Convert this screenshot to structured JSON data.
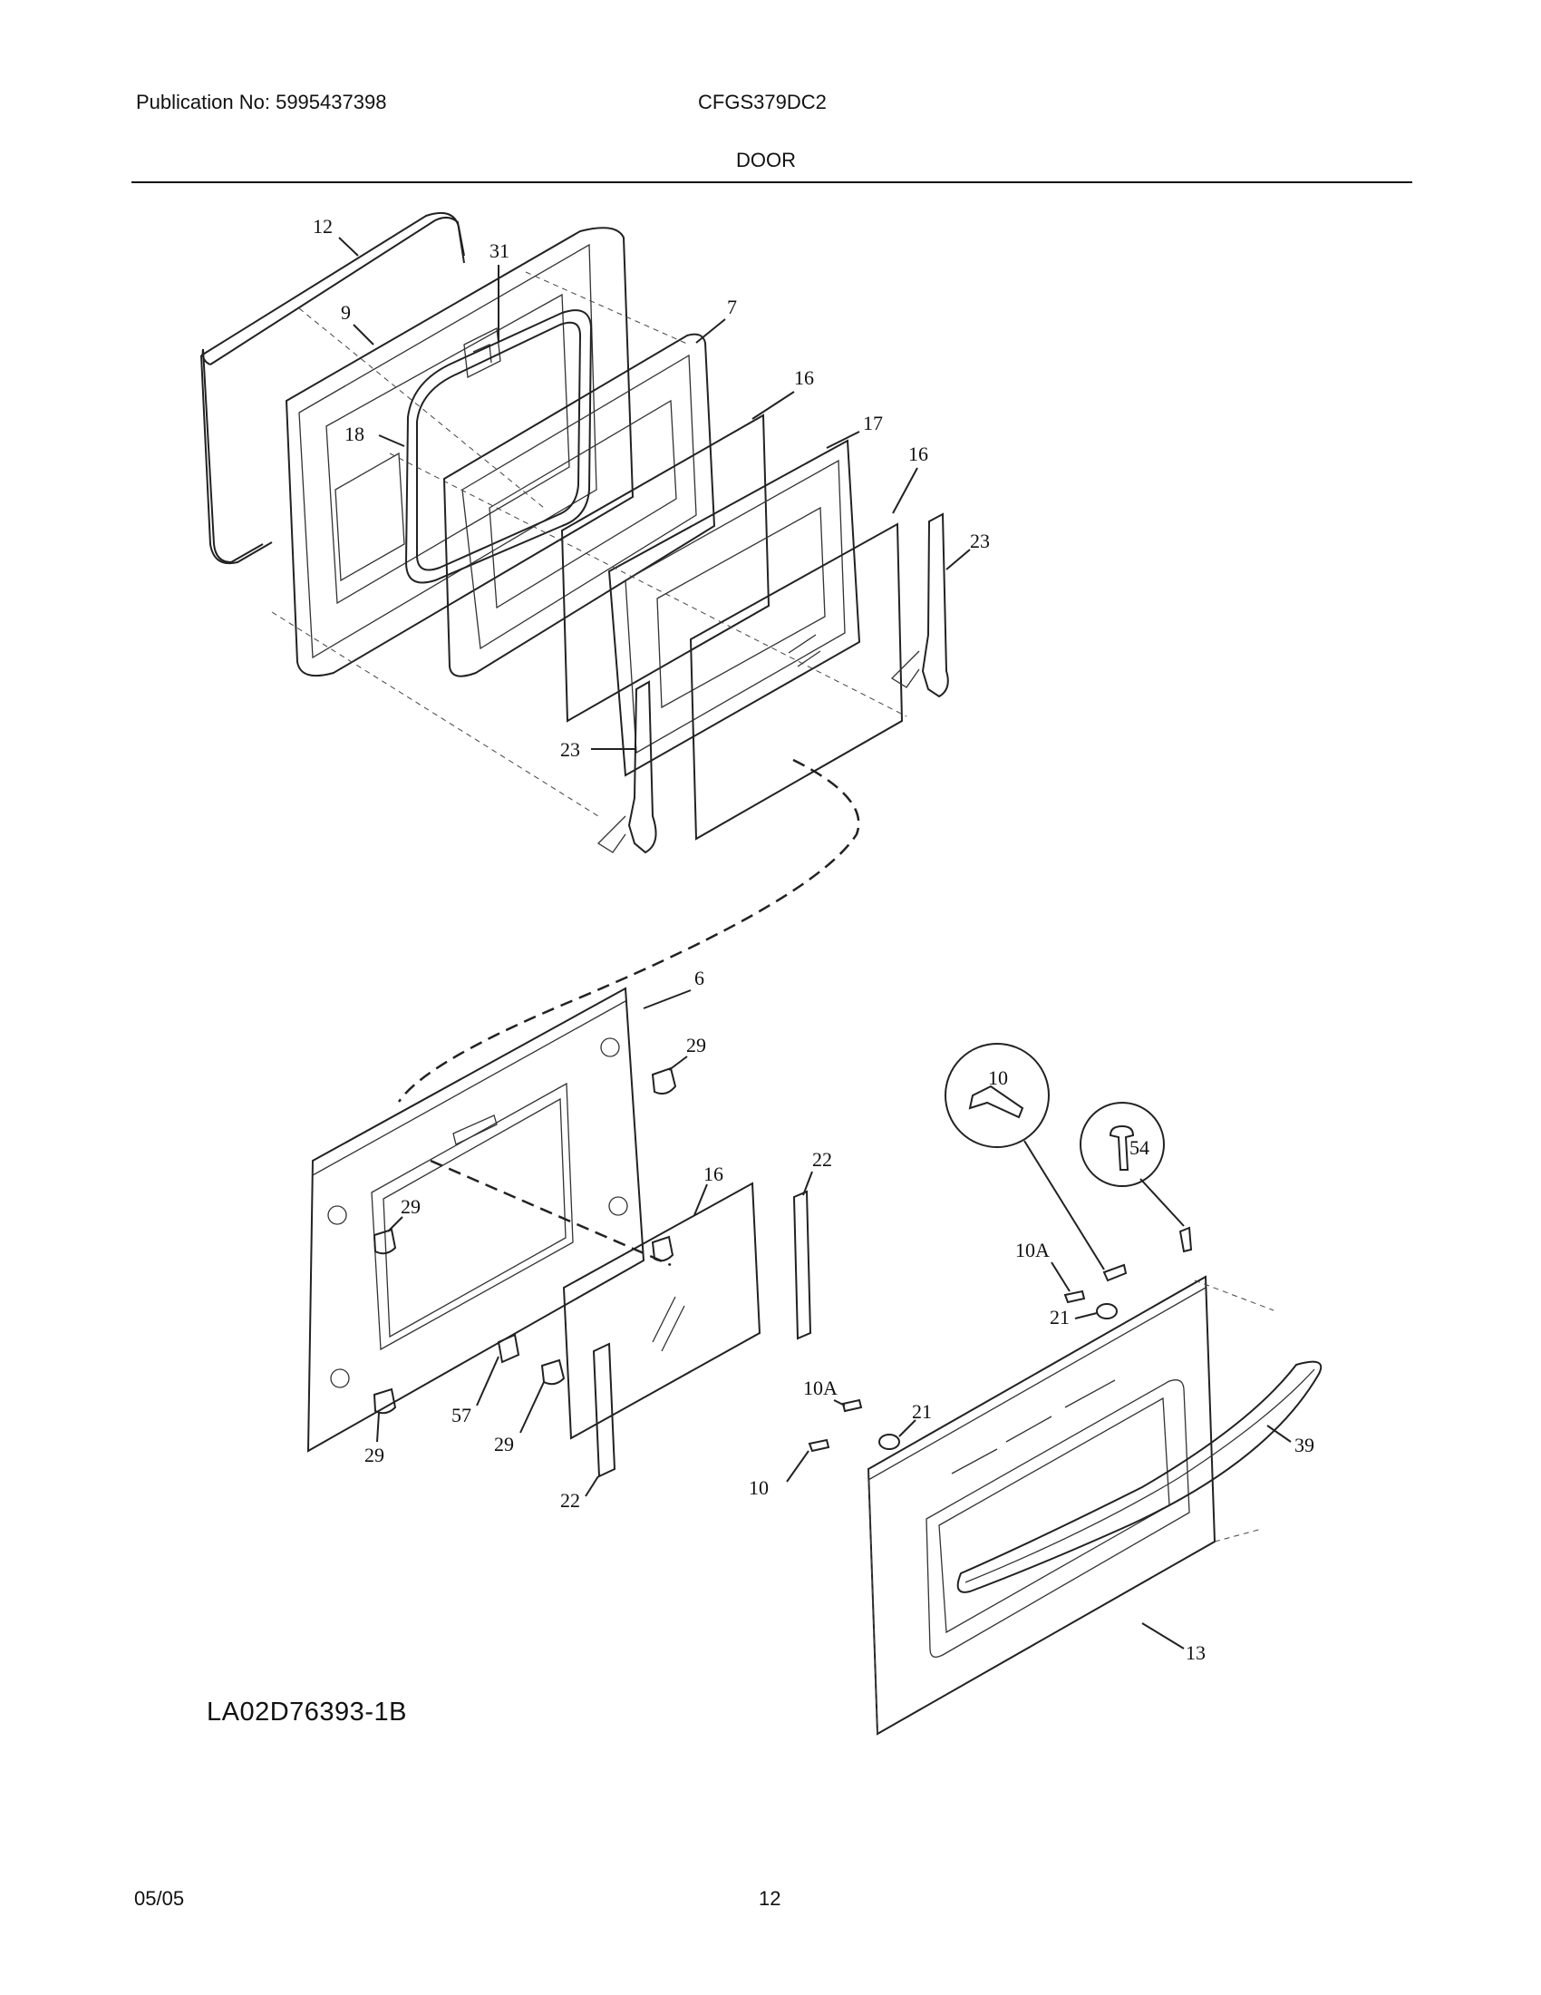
{
  "header": {
    "publication": "Publication No: 5995437398",
    "model": "CFGS379DC2",
    "section": "DOOR"
  },
  "callouts": [
    "12",
    "31",
    "7",
    "9",
    "18",
    "16",
    "17",
    "16",
    "23",
    "23",
    "6",
    "29",
    "29",
    "16",
    "22",
    "10",
    "54",
    "10A",
    "21",
    "39",
    "10A",
    "21",
    "10",
    "57",
    "29",
    "29",
    "22",
    "13"
  ],
  "figure_id": "LA02D76393-1B",
  "footer": {
    "date": "05/05",
    "page": "12"
  }
}
